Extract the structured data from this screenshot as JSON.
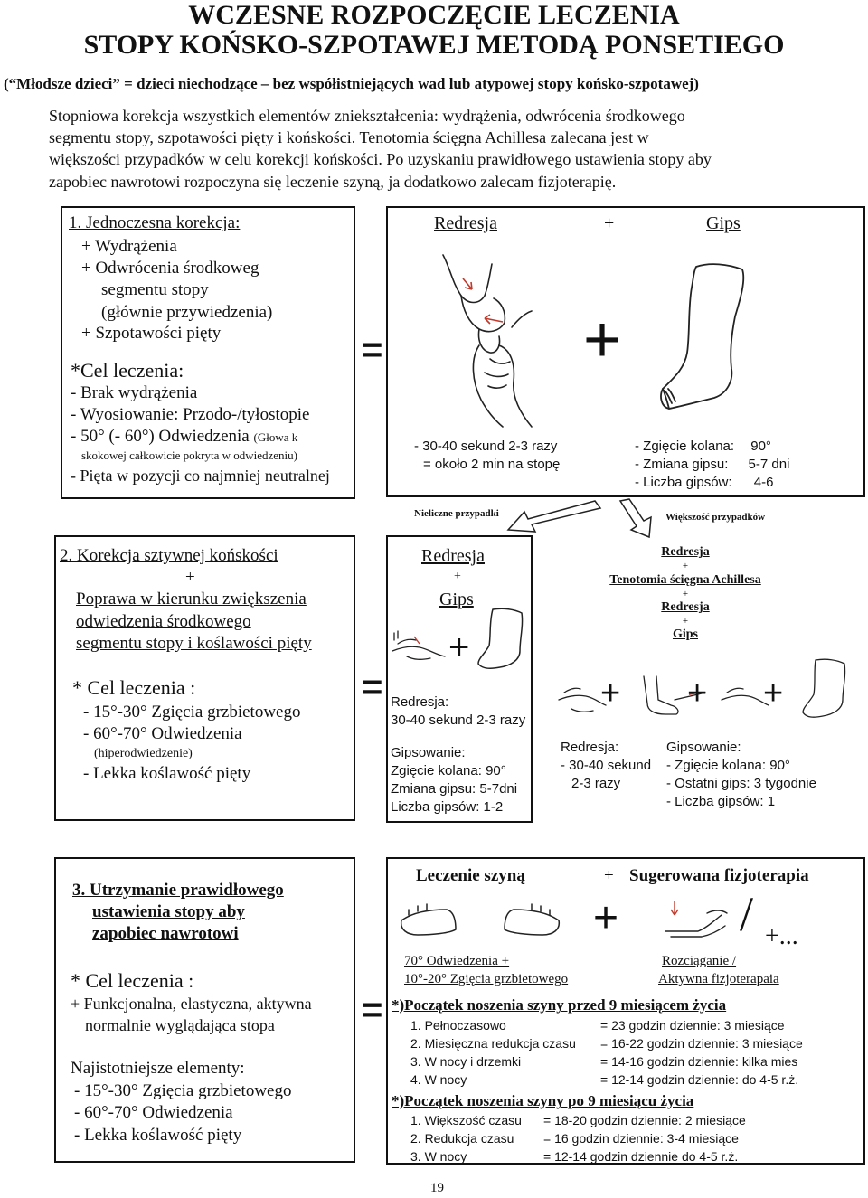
{
  "header": {
    "title_line1": "WCZESNE ROZPOCZĘCIE LECZENIA",
    "title_line2": "STOPY KOŃSKO-SZPOTAWEJ METODĄ PONSETIEGO",
    "subtitle": "(“Młodsze dzieci” = dzieci niechodzące – bez współistniejących wad lub atypowej stopy końsko-szpotawej)"
  },
  "intro": [
    "Stopniowa korekcja wszystkich elementów zniekształcenia: wydrążenia, odwrócenia środkowego",
    "segmentu stopy, szpotawości pięty i końskości. Tenotomia ścięgna Achillesa zalecana jest w",
    "większości przypadków w celu korekcji końskości. Po uzyskaniu prawidłowego ustawienia stopy aby",
    "zapobiec nawrotowi rozpoczyna się leczenie szyną, ja dodatkowo zalecam fizjoterapię."
  ],
  "section1": {
    "heading": "1. Jednoczesna korekcja:",
    "items": [
      "+ Wydrążenia",
      "+ Odwrócenia środkoweg",
      "segmentu stopy",
      "(głównie przywiedzenia)",
      "+  Szpotawości pięty"
    ],
    "goal_heading": "*Cel leczenia:",
    "goals": [
      "- Brak wydrążenia",
      "- Wyosiowanie: Przodo-/tyłostopie"
    ],
    "goal3_main": "- 50° (- 60°) Odwiedzenia",
    "goal3_note": "(Głowa k",
    "goal3_note2": "skokowej całkowicie pokryta w odwiedzeniu)",
    "goal4": "- Pięta w pozycji co najmniej neutralnej"
  },
  "treatment1": {
    "redresja": "Redresja",
    "plus": "+",
    "gips": "Gips",
    "redresja_detail": [
      "- 30-40 sekund  2-3 razy",
      "= około 2 min na stopę"
    ],
    "gips_detail": [
      {
        "label": "- Zgięcie kolana:",
        "value": "90°"
      },
      {
        "label": "- Zmiana gipsu:",
        "value": "5-7 dni"
      },
      {
        "label": "- Liczba gipsów:",
        "value": "4-6"
      }
    ],
    "few_cases": "Nieliczne przypadki",
    "most_cases": "Większość przypadków"
  },
  "equals": "=",
  "section2": {
    "heading": "2. Korekcja sztywnej końskości",
    "plus": "+",
    "lines": [
      "Poprawa w kierunku zwiększenia",
      "odwiedzenia środkowego",
      "segmentu stopy i koślawości pięty"
    ],
    "goal_heading": "* Cel leczenia :",
    "goals": [
      "- 15°-30° Zgięcia grzbietowego",
      "- 60°-70° Odwiedzenia"
    ],
    "goal_note": "(hiperodwiedzenie)",
    "goal_last": "- Lekka koślawość pięty"
  },
  "treatment2a": {
    "redresja": "Redresja",
    "plus": "+",
    "gips": "Gips",
    "redresja_label": "Redresja:",
    "redresja_value": "30-40 sekund 2-3 razy",
    "gips_label": "Gipsowanie:",
    "gips_lines": [
      "Zgięcie kolana:",
      "Zmiana gipsu:",
      "Liczba gipsów: 1-2"
    ],
    "gips_vals": [
      "90°",
      "5-7dni"
    ]
  },
  "treatment2b": {
    "lines": [
      "Redresja",
      "+",
      "Tenotomia ścięgna Achillesa",
      "+",
      "Redresja",
      "+",
      "Gips"
    ],
    "redresja_label": "Redresja:",
    "redresja_lines": [
      "- 30-40 sekund",
      "2-3 razy"
    ],
    "gips_label": "Gipsowanie:",
    "gips_lines": [
      "- Zgięcie kolana:",
      "- Ostatni gips:  3 tygodnie",
      "- Liczba gipsów: 1"
    ],
    "gips_val": "90°"
  },
  "section3": {
    "heading": [
      "3. Utrzymanie prawidłowego",
      "ustawienia stopy  aby",
      "zapobiec nawrotowi"
    ],
    "goal_heading": "* Cel leczenia :",
    "goals": [
      "+ Funkcjonalna, elastyczna, aktywna",
      "normalnie wyglądająca stopa"
    ],
    "key_heading": "Najistotniejsze elementy:",
    "key_items": [
      "- 15°-30° Zgięcia grzbietowego",
      "- 60°-70° Odwiedzenia",
      "- Lekka koślawość pięty"
    ]
  },
  "treatment3": {
    "szyna": "Leczenie szyną",
    "plus": "+",
    "fizjo": "Sugerowana fizjoterapia",
    "slash": "/",
    "plus_dots": "+...",
    "szyna_lines": [
      "70° Odwiedzenia  +",
      "10°-20° Zgięcia grzbietowego"
    ],
    "fizjo_lines": [
      "Rozciąganie  /",
      "Aktywna fizjoterapaia"
    ],
    "before_heading": "*)Początek noszenia szyny przed 9 miesiącem życia",
    "before_rows": [
      {
        "a": "1. Pełnoczasowo",
        "b": "=      23 godzin dziennie:  3 miesiące"
      },
      {
        "a": "2. Miesięczna redukcja czasu",
        "b": "= 16-22 godzin dziennie: 3 miesiące"
      },
      {
        "a": "3. W nocy i drzemki",
        "b": "= 14-16 godzin dziennie: kilka mies"
      },
      {
        "a": "4. W nocy",
        "b": "= 12-14 godzin dziennie: do 4-5 r.ż."
      }
    ],
    "after_heading": "*)Początek noszenia szyny po 9 miesiącu życia",
    "after_rows": [
      {
        "a": "1. Większość czasu",
        "b": "= 18-20 godzin dziennie:      2 miesiące"
      },
      {
        "a": "2. Redukcja czasu",
        "b": "=    16 godzin dziennie:     3-4 miesiące"
      },
      {
        "a": "3. W nocy",
        "b": "= 12-14 godzin dziennie     do 4-5 r.ż."
      }
    ]
  },
  "page_number": "19"
}
